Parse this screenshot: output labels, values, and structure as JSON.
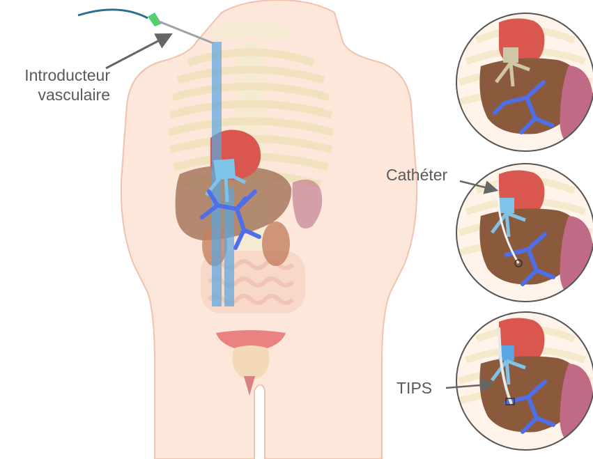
{
  "labels": {
    "introducteur_line1": "Introducteur",
    "introducteur_line2": "vasculaire",
    "catheter": "Cathéter",
    "tips": "TIPS"
  },
  "colors": {
    "skin": "#fde3d6",
    "skin_outline": "#f2b9a3",
    "liver": "#8b5a3c",
    "heart": "#d9534f",
    "portal_vein": "#4f6fe8",
    "hepatic_vein": "#7ec3e8",
    "stomach": "#c06a86",
    "sheath_tip": "#4fd16b",
    "wire": "#2e6f8e",
    "label_text": "#5a5a5a",
    "arrow": "#666666"
  },
  "icons": [
    "arrow-icon"
  ]
}
